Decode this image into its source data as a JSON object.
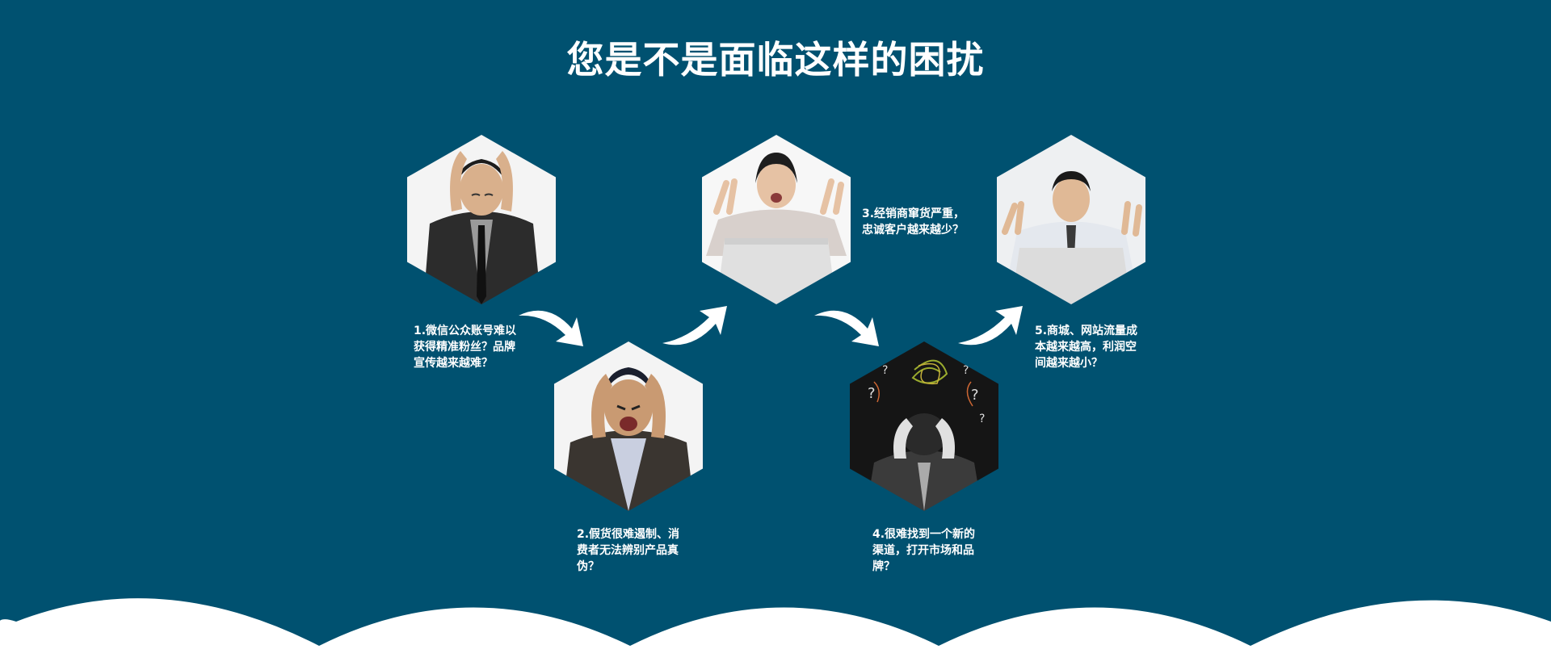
{
  "title": "您是不是面临这样的困扰",
  "issues": [
    {
      "label": "1.微信公众账号难以获得精准粉丝？品牌宣传越来越难？",
      "icon": "stressed-man-holding-head-photo"
    },
    {
      "label": "2.假货很难遏制、消费者无法辨别产品真伪？",
      "icon": "screaming-man-photo"
    },
    {
      "label": "3.经销商窜货严重，忠诚客户越来越少？",
      "icon": "frustrated-woman-laptop-photo"
    },
    {
      "label": "4.很难找到一个新的渠道，打开市场和品牌？",
      "icon": "confused-man-question-marks-photo"
    },
    {
      "label": "5.商城、网站流量成本越来越高，利润空间越来越小？",
      "icon": "exasperated-man-laptop-photo"
    }
  ],
  "colors": {
    "background": "#005170",
    "text": "#ffffff",
    "cloud": "#ffffff"
  }
}
